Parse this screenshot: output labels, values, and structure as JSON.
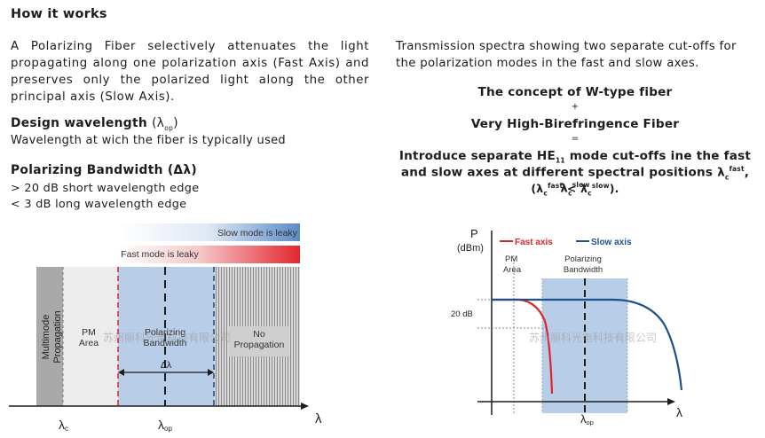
{
  "heading": "How it works",
  "intro": "A Polarizing Fiber selectively attenuates the light propagating along one polarization axis (Fast Axis) and preserves only the polarized light along the other principal axis (Slow Axis).",
  "design_wavelength": {
    "title": "Design wavelength",
    "symbol": "(λ",
    "symbol_sub": "op",
    "symbol_end": ")",
    "text": "Wavelength at wich the fiber is typically used"
  },
  "polarizing_bandwidth": {
    "title": "Polarizing Bandwidth (Δλ)",
    "lines": [
      "> 20 dB short wavelength edge",
      "< 3 dB long wavelength edge"
    ]
  },
  "transmission_text": "Transmission spectra showing two separate cut-offs for the polarization modes in the fast and slow axes.",
  "concept": {
    "line1": "The concept of W-type fiber",
    "plus": "+",
    "line2": "Very High-Birefringence Fiber",
    "equals": "=",
    "line3_a": "Introduce separate HE",
    "line3_sub": "11",
    "line3_b": " mode cut-offs ine the fast",
    "line4_a": "and slow axes at different spectral positions λ",
    "lam": "λ",
    "sup_fast": "fast",
    "sup_slow": "slow",
    "sub_c": "c",
    "sep": ", ",
    "lt": " < ",
    "open": "(",
    "close": ")."
  },
  "left_diagram": {
    "slow_banner": "Slow mode is leaky",
    "fast_banner": "Fast mode is leaky",
    "region_multimode": [
      "Multimode",
      "Propagation"
    ],
    "region_pm": [
      "PM",
      "Area"
    ],
    "region_polarizing": [
      "Polarizing",
      "Bandwidth"
    ],
    "region_no": [
      "No",
      "Propagation"
    ],
    "delta": "Δλ",
    "axis_label": "λ",
    "lambda_c": "λ",
    "lambda_c_sub": "c",
    "lambda_op": "λ",
    "lambda_op_sub": "op",
    "watermark": "苏州丽科光电科技有限公司"
  },
  "right_diagram": {
    "y_label_1": "P",
    "y_label_2": "(dBm)",
    "legend_fast": "Fast axis",
    "legend_slow": "Slow axis",
    "pm_area": [
      "PM",
      "Area"
    ],
    "polarizing": [
      "Polarizing",
      "Bandwidth"
    ],
    "db_label": "20 dB",
    "axis_label": "λ",
    "lambda_op": "λ",
    "lambda_op_sub": "op",
    "watermark": "苏州丽科光电科技有限公司",
    "colors": {
      "fast": "#e0242c",
      "slow": "#1e4f8f",
      "band": "#b8cde8"
    }
  }
}
